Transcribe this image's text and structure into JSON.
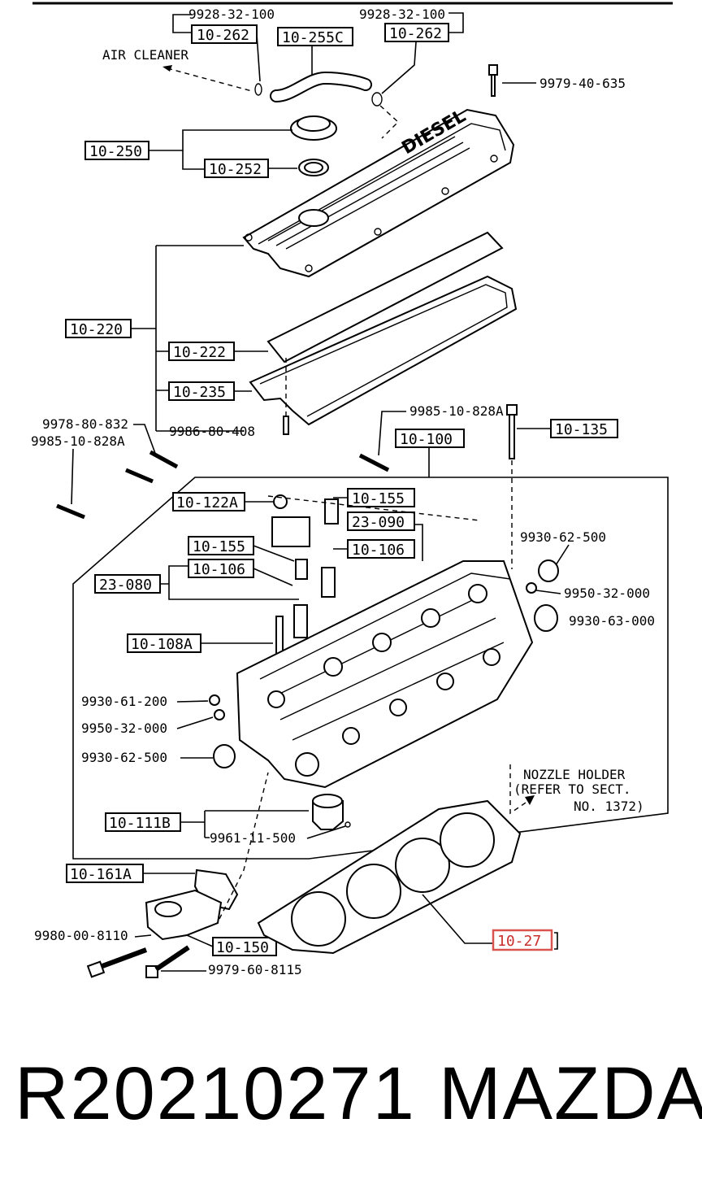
{
  "labels": {
    "hose_clip_left_pn": "9928-32-100",
    "hose_clip_right_pn": "9928-32-100",
    "clip_left": "10-262",
    "hose": "10-255C",
    "clip_right": "10-262",
    "air_cleaner": "AIR CLEANER",
    "cover_bolt": "9979-40-635",
    "oil_cap": "10-250",
    "cap_gasket": "10-252",
    "head_cover_group": "10-220",
    "cover_gasket_a": "10-222",
    "cover_gasket_b": "10-235",
    "cover_stud": "9986-80-408",
    "stud_a": "9978-80-832",
    "stud_b": "9985-10-828A",
    "bolt_top": "9985-10-828A",
    "head_bolt": "10-135",
    "cylinder_head": "10-100",
    "cap_nut": "10-122A",
    "seal_a": "10-155",
    "valve_guide_a": "23-090",
    "ring_a": "10-106",
    "plug_a": "9930-62-500",
    "seal_b": "10-155",
    "ring_b": "10-106",
    "valve_guide_b": "23-080",
    "plug_b": "9950-32-000",
    "plug_c": "9930-63-000",
    "stud_long": "10-108A",
    "plug_d": "9930-61-200",
    "plug_e": "9950-32-000",
    "plug_f": "9930-62-500",
    "nozzle_note_1": "NOZZLE HOLDER",
    "nozzle_note_2": "(REFER TO SECT.",
    "nozzle_note_3": "NO. 1372)",
    "sleeve": "10-111B",
    "sleeve_pin": "9961-11-500",
    "housing": "10-161A",
    "housing_bolt_a": "9980-00-8110",
    "housing_gasket": "10-150",
    "housing_bolt_b": "9979-60-8115",
    "head_gasket": "10-27"
  },
  "footer": {
    "code": "R20210271",
    "brand": "MAZDA"
  }
}
